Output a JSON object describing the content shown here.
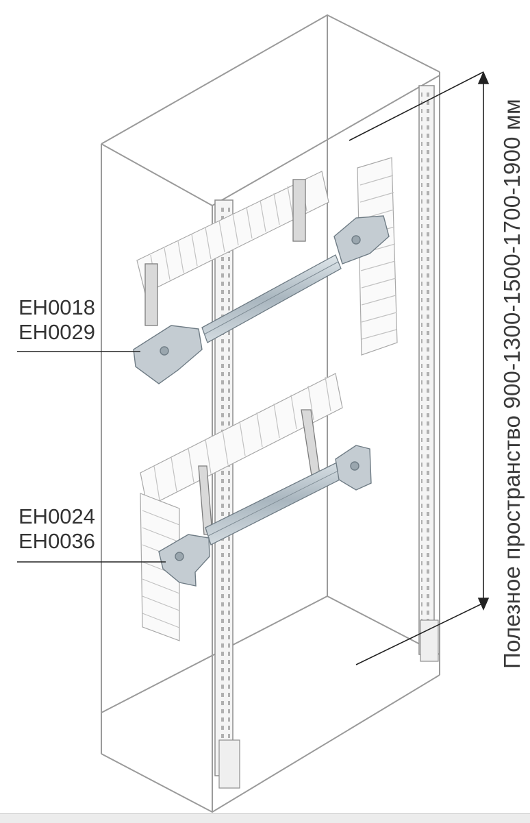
{
  "labels": {
    "top_codes": [
      "EH0018",
      "EH0029"
    ],
    "bottom_codes": [
      "EH0024",
      "EH0036"
    ],
    "dimension": "Полезное пространство 900-1300-1500-1700-1900 мм"
  },
  "colors": {
    "cabinet_outline": "#9a9a9a",
    "rail": "#b9c6cf",
    "bracket": "#c4ccd2",
    "text": "#333333"
  }
}
